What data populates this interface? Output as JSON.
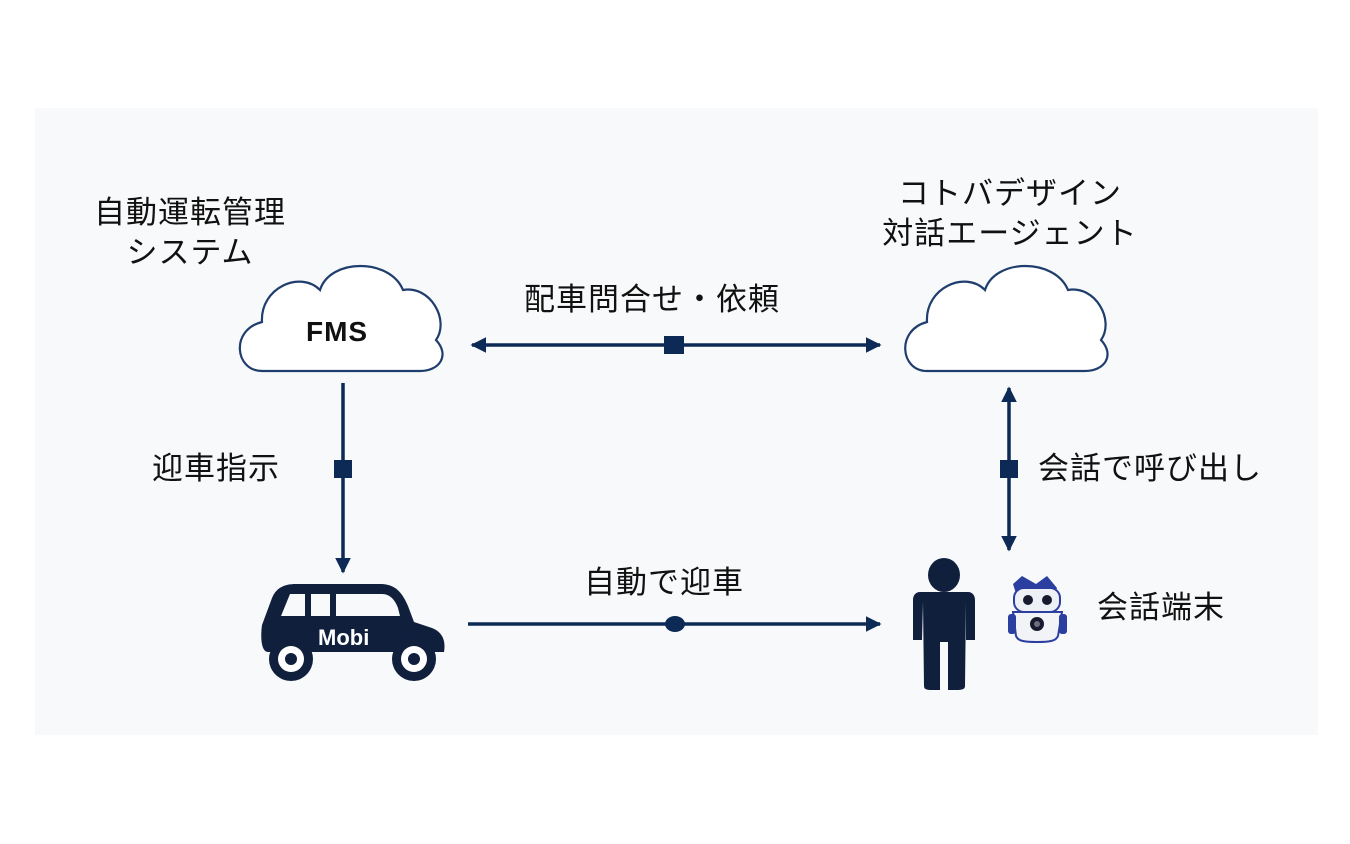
{
  "nodes": {
    "fms": {
      "title_line1": "自動運転管理",
      "title_line2": "システム",
      "cloud_label": "FMS"
    },
    "agent": {
      "title_line1": "コトバデザイン",
      "title_line2": "対話エージェント"
    },
    "vehicle": {
      "logo_text": "Mobi",
      "icon": "car-icon"
    },
    "person": {
      "icon": "person-icon"
    },
    "terminal": {
      "label": "会話端末",
      "icon": "robot-icon"
    }
  },
  "edges": {
    "fms_agent": "配車問合せ・依頼",
    "fms_vehicle": "迎車指示",
    "agent_person": "会話で呼び出し",
    "vehicle_person": "自動で迎車"
  },
  "colors": {
    "line": "#0d2a57",
    "cloud_stroke": "#1f3d6d",
    "car_body": "#0f1f3c",
    "person": "#0f1f3c",
    "robot_accent": "#2b3fa0"
  }
}
